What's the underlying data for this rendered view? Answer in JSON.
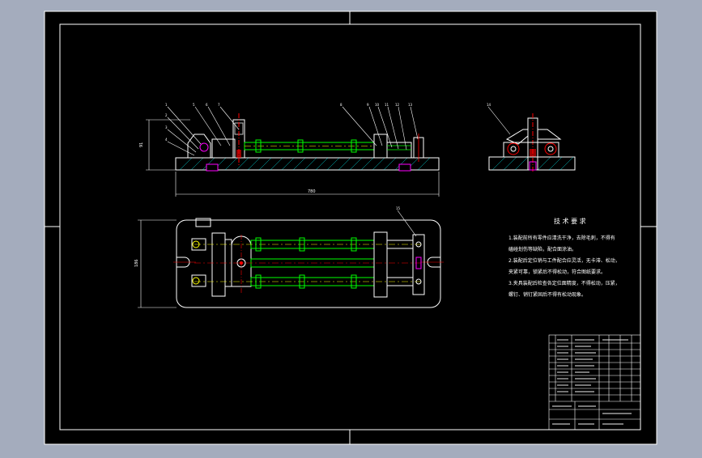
{
  "colors": {
    "background": "#a4acbd",
    "sheet": "#000000",
    "outline": "#ffffff",
    "section": "#c0c0c0",
    "shaft": "#00ff00",
    "center": "#ffff00",
    "pin": "#ff0000",
    "accent": "#ff00ff",
    "hatch": "#00ffff"
  },
  "tech_title": "技 术 要 求",
  "tech_lines": [
    "1.装配前所有零件应清洗干净，去除毛刺，不得有",
    "磕碰划伤等缺陷，配合面涂油。",
    "2.装配后定位销与工件配合应灵活，无卡滞、松动，",
    "夹紧可靠，锁紧后不得松动，符合图纸要求。",
    "3.夹具装配后检查各定位面精度，不得松动，压紧，",
    "螺钉、销钉紧固后不得有松动现象。"
  ],
  "dimension_total": "780",
  "dimension_height_front": "91",
  "dimension_width_plan": "186"
}
